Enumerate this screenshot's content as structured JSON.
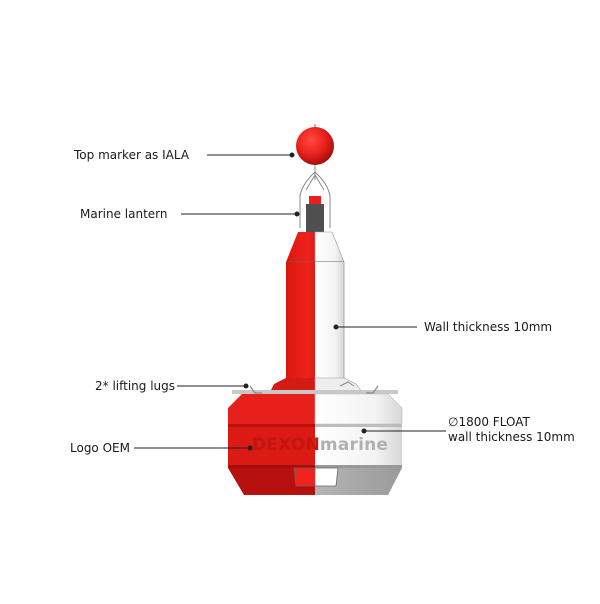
{
  "diagram": {
    "subject": "Navigation buoy",
    "brand_logo": "DEXONmarine",
    "brand_logo_parts": {
      "bold": "DEXON",
      "light": "marine"
    },
    "colors": {
      "red": "#e8201c",
      "red_dark": "#b8100e",
      "white": "#f4f4f4",
      "grey": "#a9a9a9",
      "outline": "#555555",
      "leader_line": "#222222",
      "text": "#1a1a1a"
    },
    "callouts": [
      {
        "id": "top-marker",
        "text": "Top marker as IALA",
        "side": "left"
      },
      {
        "id": "marine-lantern",
        "text": "Marine lantern",
        "side": "left"
      },
      {
        "id": "wall-thickness",
        "text": "Wall thickness 10mm",
        "side": "right"
      },
      {
        "id": "lifting-lugs",
        "text": "2* lifting lugs",
        "side": "left"
      },
      {
        "id": "logo-oem",
        "text": "Logo OEM",
        "side": "left"
      },
      {
        "id": "float",
        "text": "∅1800 FLOAT",
        "text2": "wall thickness 10mm",
        "side": "right"
      }
    ]
  }
}
